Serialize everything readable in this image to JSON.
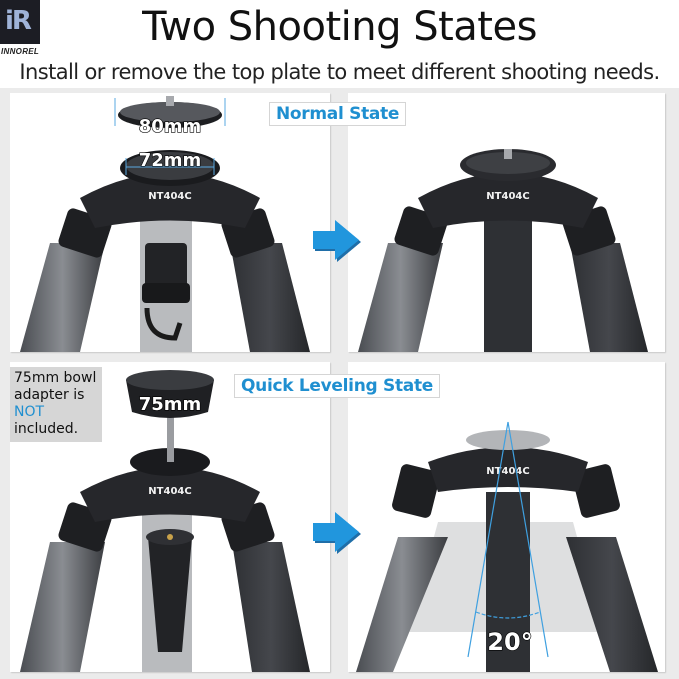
{
  "header": {
    "brand_logo_text": "iR",
    "brand_name": "INNOREL",
    "title": "Two Shooting States",
    "subtitle": "Install or remove the top plate to meet different shooting needs."
  },
  "states": [
    {
      "label": "Normal State"
    },
    {
      "label": "Quick Leveling State"
    }
  ],
  "panels": {
    "normal_before": {
      "plate_diameter": "80mm",
      "bowl_diameter": "72mm",
      "model": "NT404C"
    },
    "normal_after": {
      "model": "NT404C"
    },
    "quick_before": {
      "bowl_adapter_diameter": "75mm",
      "model": "NT404C",
      "note": {
        "line1": "75mm bowl",
        "line2": "adapter is",
        "highlight": "NOT",
        "line4": "included."
      }
    },
    "quick_after": {
      "model": "NT404C",
      "tilt_angle": "20°"
    }
  },
  "colors": {
    "accent": "#1f8fd0",
    "arrow": "#2196dd",
    "background": "#ebebeb",
    "note_bg": "#d6d6d6"
  },
  "icons": {
    "transition": "right-arrow-icon",
    "logo": "innorel-logo-icon"
  }
}
